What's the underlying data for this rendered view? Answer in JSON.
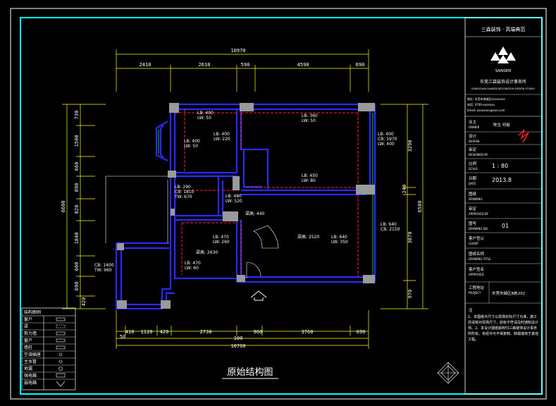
{
  "drawing_title": "原始结构图",
  "overall_top": "10970",
  "overall_bottom_1": "100",
  "overall_bottom_2": "10760",
  "dims_top": [
    "2410",
    "2610",
    "590",
    "4590",
    "690"
  ],
  "dims_bottom": [
    "410",
    "1120",
    "420",
    "2730",
    "960",
    "3760",
    "690"
  ],
  "dims_bottom_small": "50",
  "dims_left": [
    "730",
    "1500",
    "660",
    "890",
    "820",
    "1840",
    "600",
    "690",
    "420"
  ],
  "dims_left_total": "6600",
  "dims_right": [
    "3290",
    "240",
    "3070",
    "970"
  ],
  "dims_right_total": "6580",
  "room_labels": [
    {
      "a": "LB: 400",
      "b": "LW: 50"
    },
    {
      "a": "LB: 400",
      "b": "LW: 220"
    },
    {
      "a": "LB: 360",
      "b": "LW: 50"
    },
    {
      "a": "LB: 400",
      "b": "LW: 50"
    },
    {
      "a": "LB: 400",
      "b": "CB: 1970",
      "c": "LW: 400"
    },
    {
      "a": "LB: 450",
      "b": "LW: 80"
    },
    {
      "a": "LB: 290",
      "b": "CB: 1810",
      "c": "TW: 670"
    },
    {
      "a": "LB: 480",
      "b": "LW: 520"
    },
    {
      "a": "梁高: 440"
    },
    {
      "a": "LB: 470",
      "b": "LW: 260"
    },
    {
      "a": "梁高: 2630"
    },
    {
      "a": "梁高: 2520"
    },
    {
      "a": "LB: 640",
      "b": "LW: 350"
    },
    {
      "a": "LB: 640",
      "b": "CB: 2150"
    },
    {
      "a": "LB: 470",
      "b": "LW: 60"
    },
    {
      "a": "CB: 1400",
      "b": "TW: 960"
    }
  ],
  "legend": {
    "title": "结构图例",
    "items": [
      "窗户",
      "梁",
      "剪力墙",
      "窗户",
      "墙柱",
      "空调插座",
      "主水管",
      "地漏",
      "强电箱",
      "弱电箱"
    ]
  },
  "title_block": {
    "company": "三森装饰 · 高端典范",
    "logo_text": "SANSEN",
    "studio": "东莞三森装饰设计事务所",
    "studio_en": "DONGGUAN SANSEN DECORATION DESIGN STUDIO",
    "address": "地址: 东莞市南城区xxxxxxxx",
    "tel": "电话: 0769-xxxxxxx",
    "email": "Email: xxxxxxxx@xxx.com",
    "rows": [
      {
        "label": "业主",
        "sub": "OWNER",
        "value": "陈生 邓姐"
      },
      {
        "label": "设计",
        "sub": "DESIGN",
        "value": ""
      },
      {
        "label": "审定",
        "sub": "DESIGNED BY",
        "value": ""
      },
      {
        "label": "比例",
        "sub": "SCALE",
        "value": "1 : 80"
      },
      {
        "label": "日期",
        "sub": "DATE",
        "value": "2013.8"
      },
      {
        "label": "图纸",
        "sub": "DRAWING",
        "value": ""
      },
      {
        "label": "审定",
        "sub": "APPROVED BY",
        "value": ""
      },
      {
        "label": "图号",
        "sub": "DRAWING NO.",
        "value": "01"
      },
      {
        "label": "客户签认",
        "sub": "CLIENT",
        "value": ""
      },
      {
        "label": "图纸名称",
        "sub": "DRAWING TITLE",
        "value": ""
      },
      {
        "label": "客户签名",
        "sub": "APPROVED",
        "value": ""
      }
    ],
    "project_label": "工程地址",
    "project_sub": "PROJECT",
    "project_value": "东莞市城区B栋202",
    "notes_title": "注",
    "notes": "1、本图纸中尺寸以现场实际尺寸为准，施工前请核对现场尺寸，如有不符请及时通知设计师。2、本设计图纸版权归三森装饰设计事务所所有，未经许可不得复制、转载或用于其他工程。"
  }
}
